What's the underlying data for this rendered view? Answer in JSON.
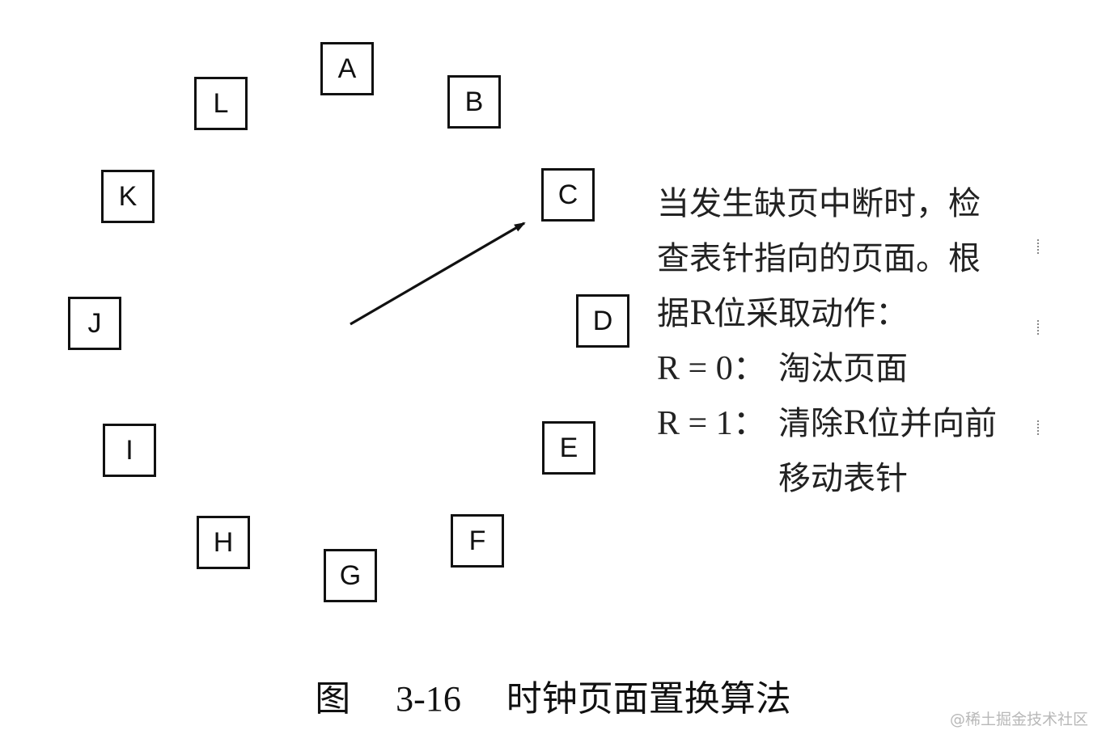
{
  "pages": [
    {
      "id": "A",
      "label": "A"
    },
    {
      "id": "B",
      "label": "B"
    },
    {
      "id": "C",
      "label": "C"
    },
    {
      "id": "D",
      "label": "D"
    },
    {
      "id": "E",
      "label": "E"
    },
    {
      "id": "F",
      "label": "F"
    },
    {
      "id": "G",
      "label": "G"
    },
    {
      "id": "H",
      "label": "H"
    },
    {
      "id": "I",
      "label": "I"
    },
    {
      "id": "J",
      "label": "J"
    },
    {
      "id": "K",
      "label": "K"
    },
    {
      "id": "L",
      "label": "L"
    }
  ],
  "hand_points_to": "C",
  "explanation": {
    "lines": [
      "当发生缺页中断时，检",
      "查表针指向的页面。根",
      "据R位采取动作："
    ],
    "rules": [
      {
        "key": "R = 0：",
        "text": "淘汰页面"
      },
      {
        "key": "R = 1：",
        "text": "清除R位并向前",
        "continuation": "移动表针"
      }
    ]
  },
  "caption": {
    "prefix": "图",
    "number": "3-16",
    "title": "时钟页面置换算法"
  },
  "watermark": "@稀土掘金技术社区"
}
